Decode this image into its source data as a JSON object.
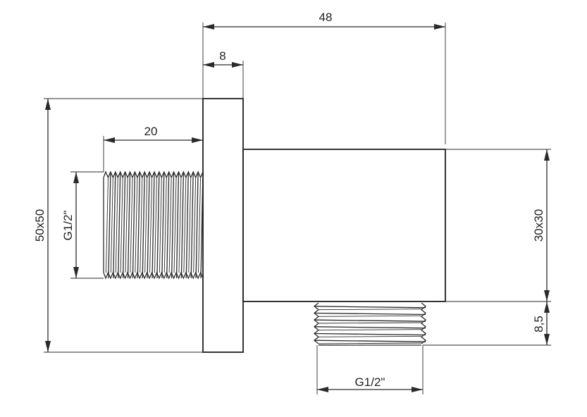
{
  "drawing": {
    "dimensions": {
      "total_depth": "48",
      "flange_thickness": "8",
      "rear_thread_length": "20",
      "flange_size": "50x50",
      "rear_thread_size": "G1/2\"",
      "body_size": "30x30",
      "outlet_thread_length": "8,5",
      "outlet_thread_size": "G1/2\""
    },
    "line_color": "#2a2a2a"
  }
}
